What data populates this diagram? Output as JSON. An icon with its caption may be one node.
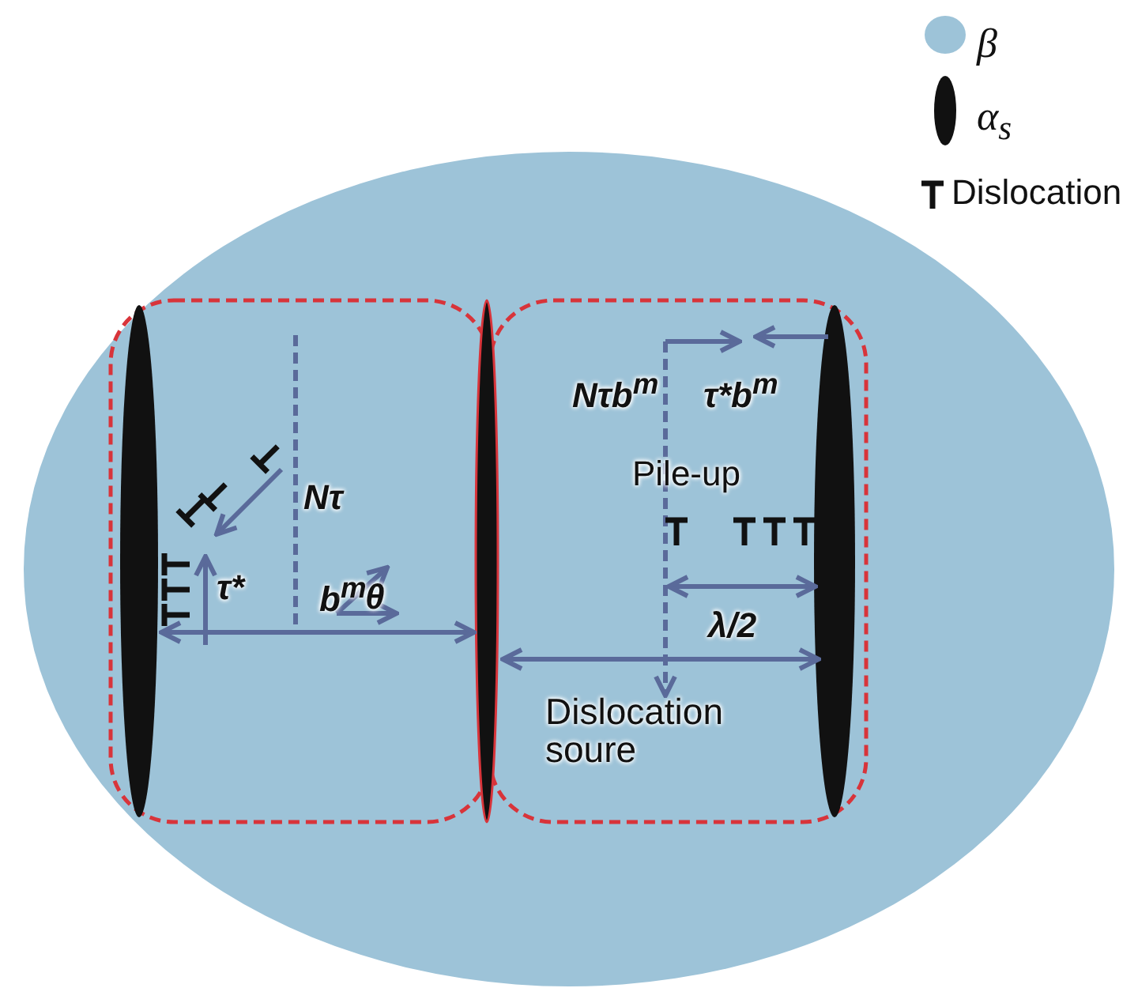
{
  "diagram": {
    "labels": [
      "Nτb$^{m}$",
      "τ*b$^{m}$",
      "Pile-up",
      "Nτ",
      "τ*",
      "b$^{m}$",
      "θ",
      "λ/2",
      "Dislocation soure"
    ],
    "legend": [
      {
        "text": "β",
        "color": "#9dc3d8"
      },
      {
        "text": "α$_{s}$"
      },
      {
        "text": "Dislocation"
      }
    ]
  }
}
